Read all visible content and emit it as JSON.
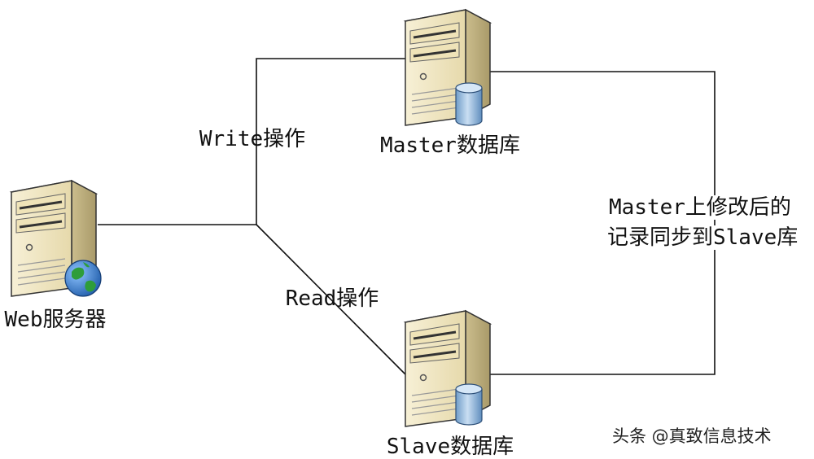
{
  "diagram": {
    "nodes": {
      "web": {
        "label": "Web服务器",
        "icon": "web-server-globe-icon"
      },
      "master": {
        "label": "Master数据库",
        "icon": "database-server-icon"
      },
      "slave": {
        "label": "Slave数据库",
        "icon": "database-server-icon"
      }
    },
    "edges": {
      "write": {
        "label": "Write操作"
      },
      "read": {
        "label": "Read操作"
      },
      "replication": {
        "label_line1": "Master上修改后的",
        "label_line2": "记录同步到Slave库"
      }
    },
    "watermark": "头条 @真致信息技术"
  },
  "colors": {
    "server_face": "#f1e7c4",
    "server_side": "#c8b98a",
    "database": "#8ab2d8",
    "globe": "#2f6fc0",
    "line": "#111111"
  }
}
